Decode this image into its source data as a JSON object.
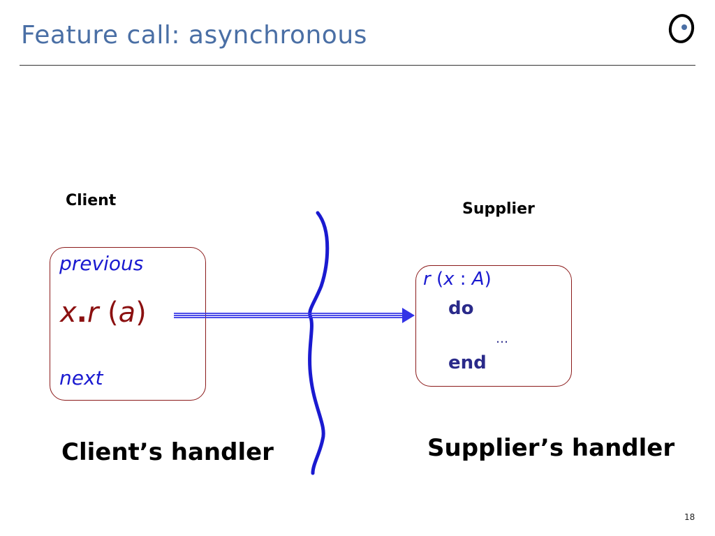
{
  "slide": {
    "title": "Feature call: asynchronous",
    "page_number": "18"
  },
  "client": {
    "label": "Client",
    "previous": "previous",
    "call": {
      "target": "x",
      "dot": ".",
      "feature": "r",
      "open": " (",
      "arg": "a",
      "close": ")"
    },
    "next": "next",
    "handler": "Client’s handler"
  },
  "supplier": {
    "label": "Supplier",
    "signature": {
      "name": "r",
      "open": " (",
      "param": "x",
      "colon": " : ",
      "type": "A",
      "close": ")"
    },
    "do": "do",
    "ellipsis": "…",
    "end": "end",
    "handler": "Supplier’s handler"
  },
  "colors": {
    "title": "#4a6fa5",
    "box_border": "#8b1a1a",
    "keyword_blue": "#1a1ad0",
    "arrow": "#3333e6",
    "separator": "#1a1ad0"
  }
}
